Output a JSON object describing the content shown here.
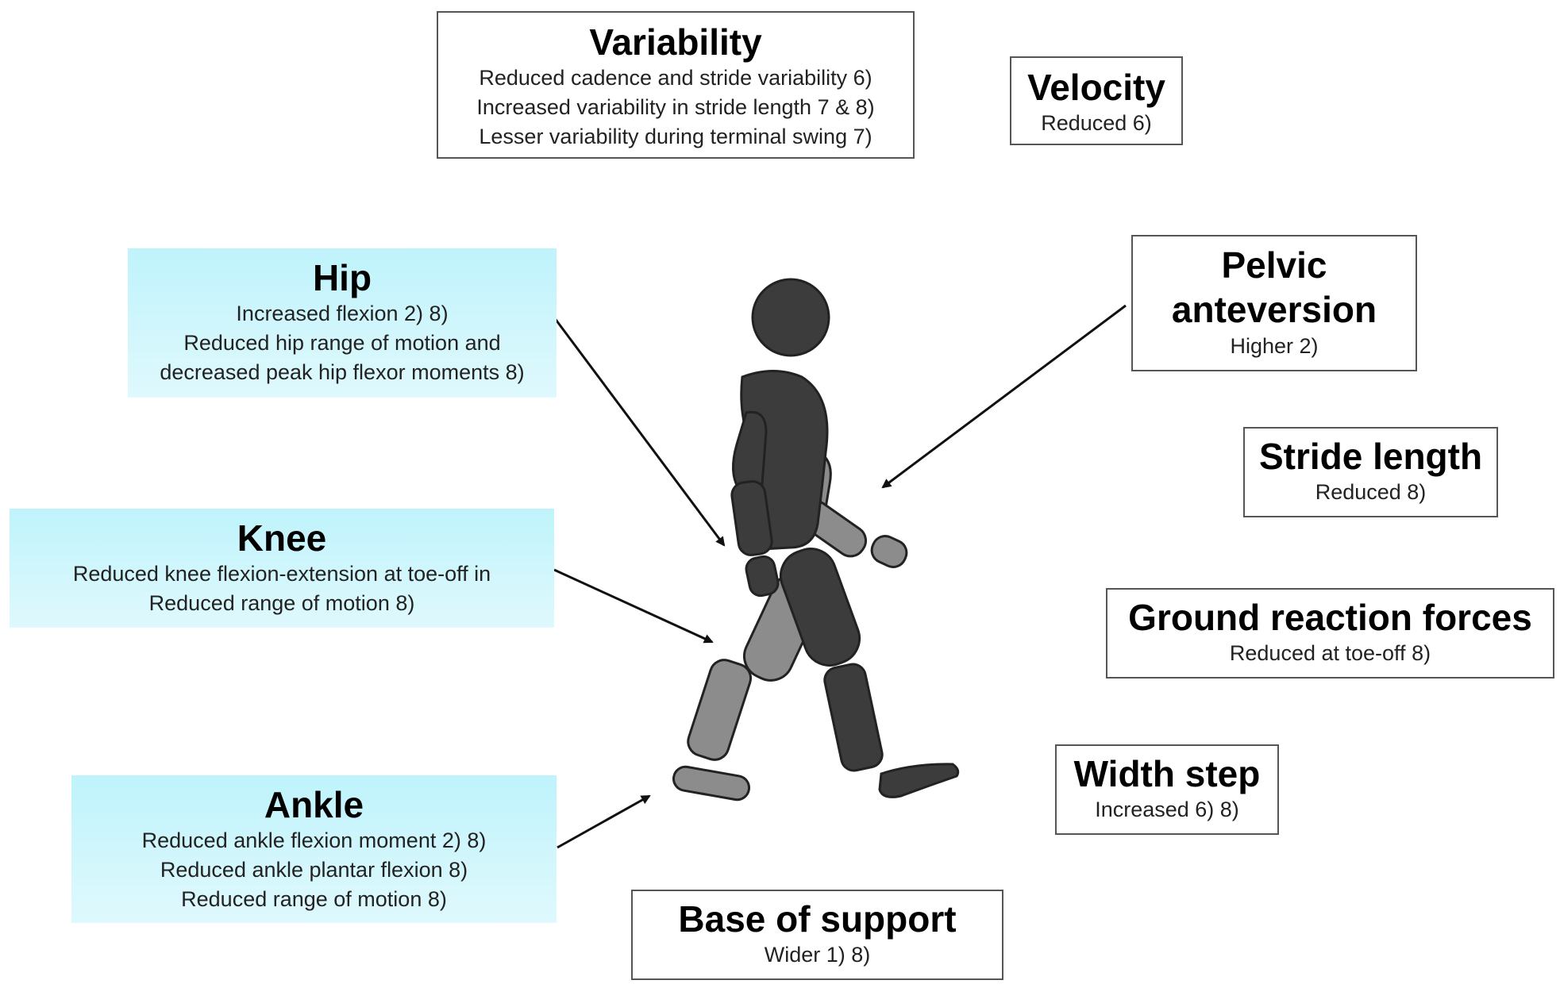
{
  "boxes": {
    "variability": {
      "title": "Variability",
      "lines": [
        "Reduced cadence and stride variability 6)",
        "Increased variability in stride length 7 & 8)",
        "Lesser variability during terminal  swing 7)"
      ]
    },
    "velocity": {
      "title": "Velocity",
      "lines": [
        "Reduced 6)"
      ]
    },
    "hip": {
      "title": "Hip",
      "lines": [
        "Increased flexion 2) 8)",
        "Reduced hip range of motion and",
        "decreased peak hip flexor moments 8)"
      ]
    },
    "pelvic": {
      "title_lines": [
        "Pelvic",
        "anteversion"
      ],
      "lines": [
        "Higher 2)"
      ]
    },
    "stride": {
      "title": "Stride length",
      "lines": [
        "Reduced 8)"
      ]
    },
    "knee": {
      "title": "Knee",
      "lines": [
        "Reduced knee flexion-extension at toe-off in",
        "Reduced range of motion 8)"
      ]
    },
    "grf": {
      "title": "Ground reaction forces",
      "lines": [
        "Reduced at toe-off 8)"
      ]
    },
    "width": {
      "title": "Width step",
      "lines": [
        "Increased 6) 8)"
      ]
    },
    "ankle": {
      "title": "Ankle",
      "lines": [
        "Reduced ankle flexion moment 2) 8)",
        "Reduced ankle plantar flexion 8)",
        "Reduced range of motion 8)"
      ]
    },
    "base": {
      "title": "Base of support",
      "lines": [
        "Wider 1) 8)"
      ]
    }
  },
  "colors": {
    "cyan_top": "#bff3fb",
    "cyan_bottom": "#dff9fd",
    "figure_dark": "#3c3c3c",
    "figure_light": "#8c8c8c",
    "arrow": "#111111"
  }
}
